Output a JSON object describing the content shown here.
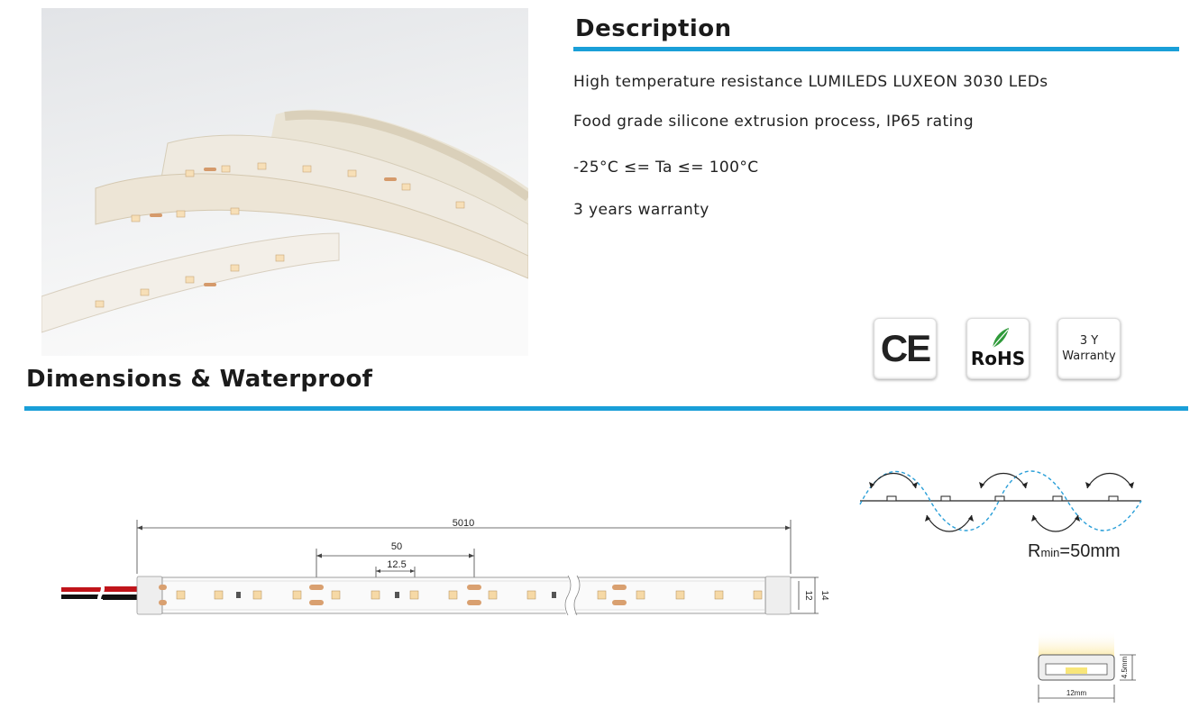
{
  "description": {
    "title": "Description",
    "lines": [
      "High temperature resistance LUMILEDS LUXEON 3030 LEDs",
      "Food grade silicone extrusion process, IP65 rating",
      "-25°C ≤= Ta ≤= 100°C",
      "3 years warranty"
    ]
  },
  "badges": {
    "ce": "CE",
    "rohs": "RoHS",
    "warranty_line1": "3 Y",
    "warranty_line2": "Warranty"
  },
  "dimensions": {
    "title": "Dimensions & Waterproof",
    "total_length": "5010",
    "cut_length": "50",
    "led_pitch": "12.5",
    "height_inner": "12",
    "height_outer": "14",
    "bend_radius_prefix": "R",
    "bend_radius_sub": "min",
    "bend_radius_value": "=50mm",
    "section_width": "12mm",
    "section_height": "4.5mm"
  },
  "colors": {
    "accent": "#1a9fd8",
    "led_warm": "#f6d9a6",
    "copper": "#d9a070"
  }
}
